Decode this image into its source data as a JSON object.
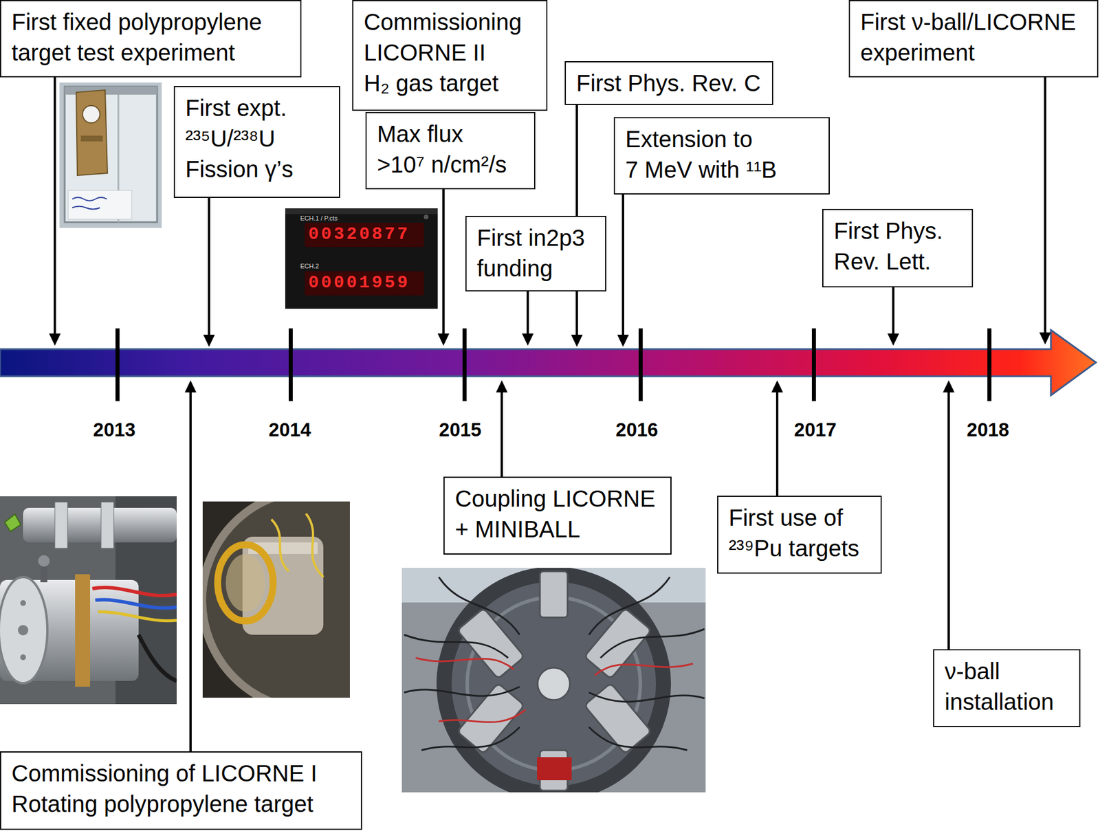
{
  "diagram": {
    "nodes": [
      {
        "text": [
          "First fixed polypropylene target test experiment"
        ]
      },
      {
        "text": [
          "First expt. ²³⁵U/²³⁸U Fission γ’s"
        ]
      },
      {
        "text": [
          "Commissioning LICORNE II H₂ gas target"
        ]
      },
      {
        "text": [
          "Max flux >10⁷ n/cm²/s"
        ]
      },
      {
        "text": [
          "First in2p3 funding"
        ]
      },
      {
        "text": [
          "First Phys. Rev. C"
        ]
      },
      {
        "text": [
          "Extension to 7 MeV with ¹¹B"
        ]
      },
      {
        "text": [
          "First Phys. Rev. Lett."
        ]
      },
      {
        "text": [
          "First ν-ball/LICORNE experiment"
        ]
      },
      {
        "text": [
          "Commissioning of LICORNE I Rotating polypropylene target"
        ]
      },
      {
        "text": [
          "Coupling LICORNE + MINIBALL"
        ]
      },
      {
        "text": [
          "First use of ²³⁹Pu targets"
        ]
      },
      {
        "text": [
          "ν-ball installation"
        ]
      }
    ],
    "labels": [
      "2013",
      "2014",
      "2015",
      "2016",
      "2017",
      "2018",
      "ECH.1 / P.cts",
      "00320877",
      "ECH.2",
      "00001959"
    ]
  }
}
